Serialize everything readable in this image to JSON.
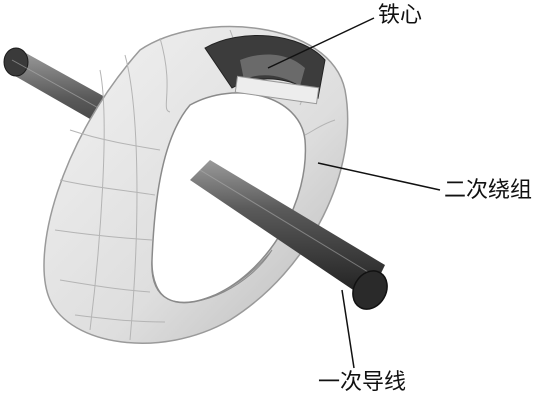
{
  "labels": {
    "core": "铁心",
    "secondary_winding": "二次绕组",
    "primary_conductor": "一次导线"
  }
}
